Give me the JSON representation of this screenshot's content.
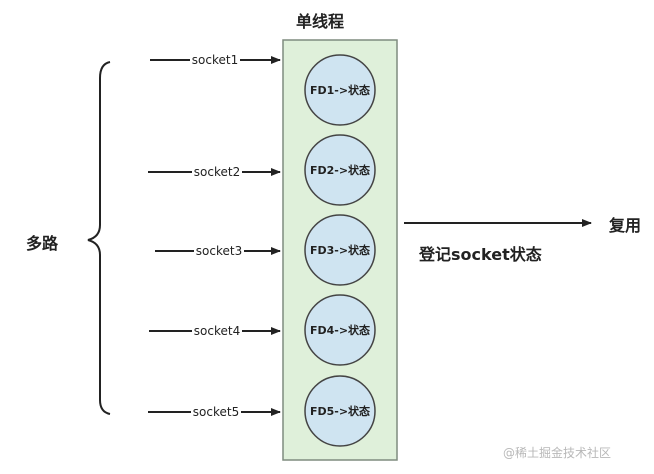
{
  "title": "单线程",
  "multiplex_label": "多路",
  "sockets": [
    {
      "label": "socket1",
      "fd": "FD1->状态"
    },
    {
      "label": "socket2",
      "fd": "FD2->状态"
    },
    {
      "label": "socket3",
      "fd": "FD3->状态"
    },
    {
      "label": "socket4",
      "fd": "FD4->状态"
    },
    {
      "label": "socket5",
      "fd": "FD5->状态"
    }
  ],
  "register_label": "登记socket状态",
  "reuse_label": "复用",
  "watermark": "@稀土掘金技术社区",
  "colors": {
    "thread_fill": "#dff0da",
    "thread_border": "#7f8c7f",
    "fd_fill": "#cfe4f1",
    "fd_border": "#444444",
    "arrow": "#222222"
  }
}
